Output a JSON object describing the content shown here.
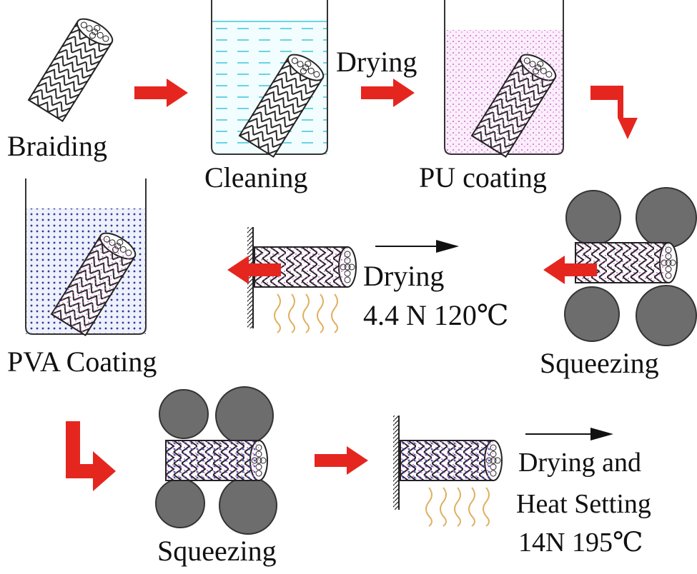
{
  "steps": {
    "braiding": "Braiding",
    "cleaning": "Cleaning",
    "drying_1": "Drying",
    "pu_coating": "PU coating",
    "squeezing_1": "Squeezing",
    "drying_2": "Drying",
    "drying_2_params": "4.4 N  120℃",
    "pva_coating": "PVA Coating",
    "squeezing_2": "Squeezing",
    "drying_3_line1": "Drying and",
    "drying_3_line2": "Heat Setting",
    "drying_3_params": "14N  195℃"
  },
  "colors": {
    "arrow": "#e5261f",
    "cleaning_liquid": "#3cc6d6",
    "pu": "#cc66cc",
    "pva": "#2a3a9a",
    "roller": "#6d6d6d",
    "heat": "#e0b060"
  }
}
